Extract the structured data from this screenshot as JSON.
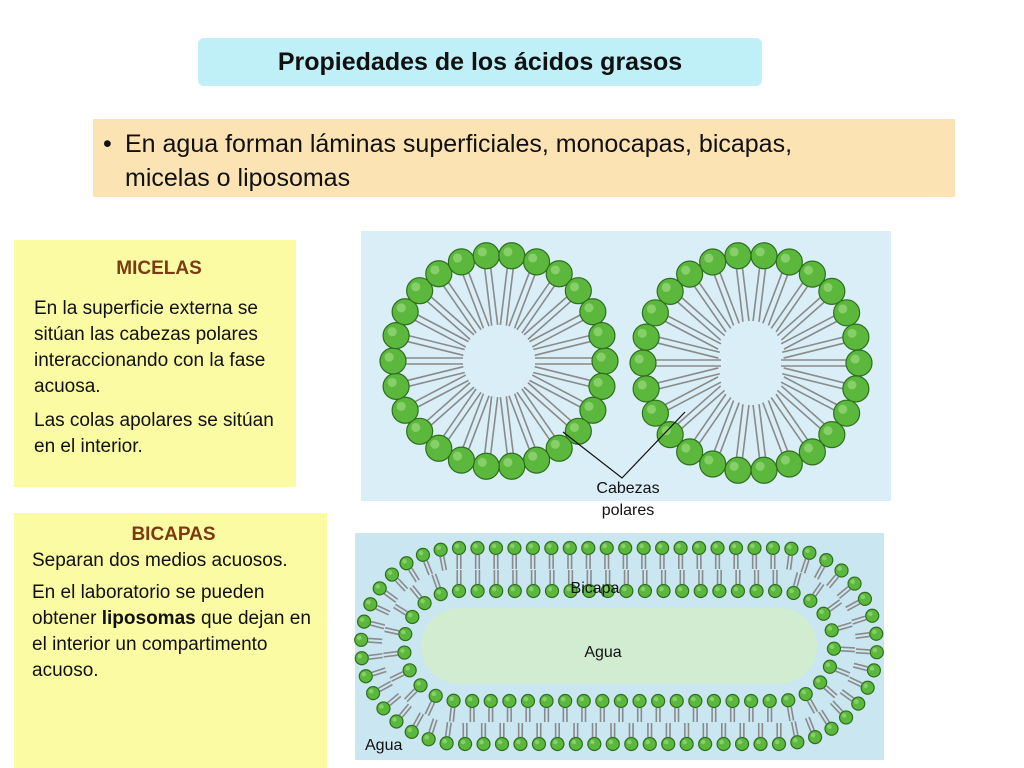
{
  "title": "Propiedades de los ácidos grasos",
  "bullet": {
    "line1": "En agua forman láminas superficiales, monocapas, bicapas,",
    "line2": "micelas o liposomas"
  },
  "micelas": {
    "heading": "MICELAS",
    "para1": "En la superficie externa se sitúan las cabezas polares interaccionando con la fase acuosa.",
    "para2": "Las colas apolares se sitúan en el interior."
  },
  "bicapas": {
    "heading": "BICAPAS",
    "para1": "Separan dos medios acuosos.",
    "para2_pre": "En el laboratorio se pueden obtener",
    "para2_bold": "liposomas",
    "para2_post": "que dejan en el interior un compartimento acuoso."
  },
  "diagram_labels": {
    "cabezas_line1": "Cabezas",
    "cabezas_line2": "polares",
    "bicapa": "Bicapa",
    "agua_inner": "Agua",
    "agua_outer": "Agua"
  },
  "colors": {
    "head_fill": "#5cb83c",
    "head_stroke": "#2f6e1e",
    "tail": "#8a8a8a",
    "inner_water": "#d2ecd2"
  }
}
